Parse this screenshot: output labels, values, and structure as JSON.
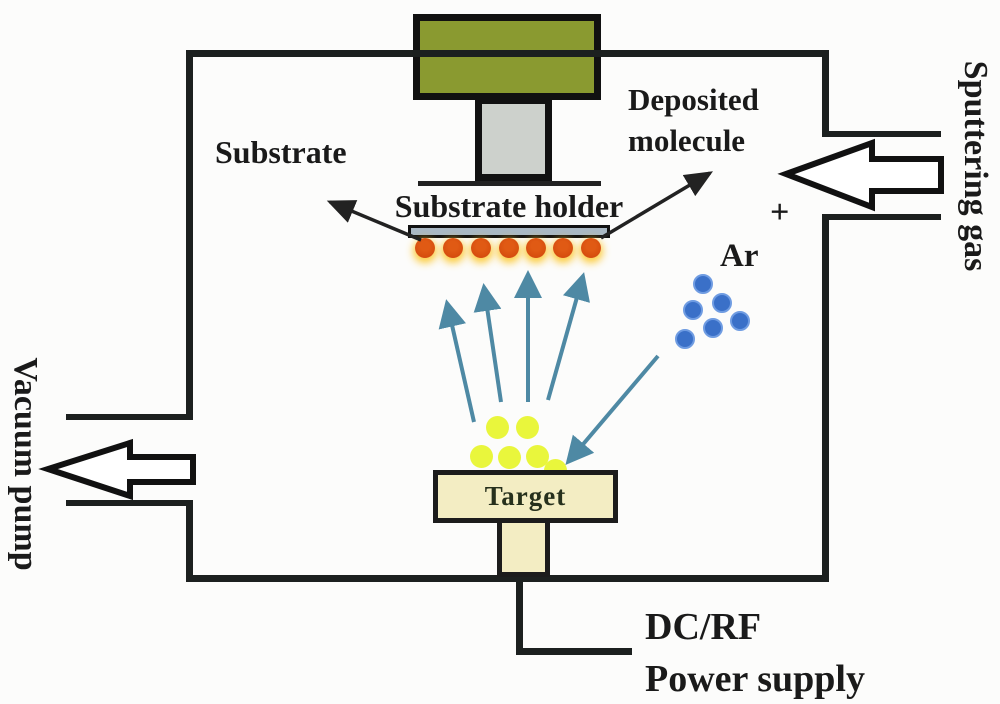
{
  "diagram": {
    "type": "sputtering-deposition-schematic",
    "labels": {
      "substrate": "Substrate",
      "substrate_holder": "Substrate holder",
      "deposited_molecule_line1": "Deposited",
      "deposited_molecule_line2": "molecule",
      "argon": "Ar",
      "plus_charge": "+",
      "target": "Target",
      "power_supply_line1": "DC/RF",
      "power_supply_line2": "Power supply",
      "vacuum_pump": "Vacuum pump",
      "sputtering_gas": "Sputtering gas"
    },
    "colors": {
      "chamber_wall": "#1c201f",
      "motor_block": "#8a9a30",
      "pedestal": "#cdd1cc",
      "holder_bar": "#a9b8c4",
      "deposited_molecule_dot": "#cf4409",
      "dot_glow": "#fcc628",
      "argon_dot": "#3a70c8",
      "sputtered_atom_dot": "#e9f63c",
      "target_fill": "#f3edc3",
      "flux_arrow": "#4e89a4",
      "label_arrow": "#222222"
    },
    "particles": {
      "deposited_molecules_on_holder": 7,
      "argon_atoms": 6,
      "sputtered_atoms": 6
    },
    "arrows": {
      "sputtered_flux_arrows": 4,
      "argon_to_target_arrows": 1,
      "gas_inlet_direction": "left",
      "vacuum_outlet_direction": "left"
    }
  }
}
